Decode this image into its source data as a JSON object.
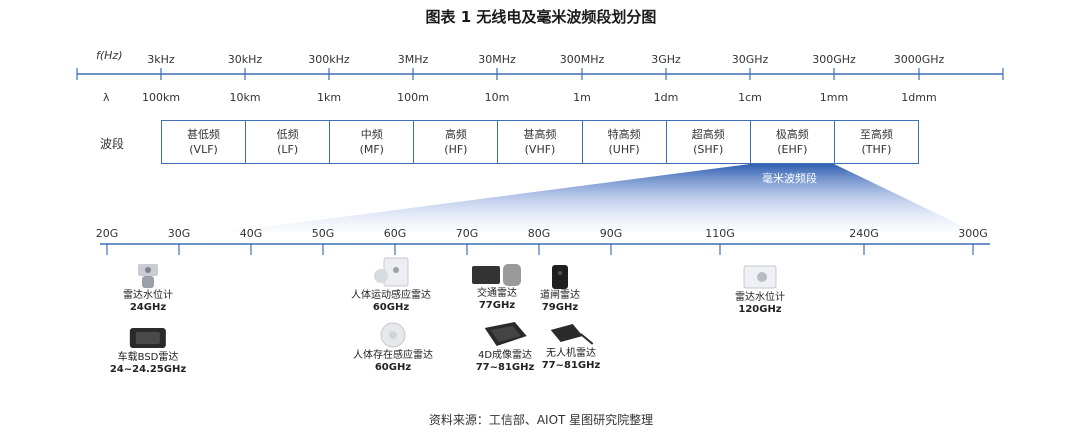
{
  "title": "图表 1  无线电及毫米波频段划分图",
  "top_axis": {
    "freq_label": "f(Hz)",
    "lambda_label": "λ",
    "freq_ticks": [
      "3kHz",
      "30kHz",
      "300kHz",
      "3MHz",
      "30MHz",
      "300MHz",
      "3GHz",
      "30GHz",
      "300GHz",
      "3000GHz"
    ],
    "wave_ticks": [
      "100km",
      "10km",
      "1km",
      "100m",
      "10m",
      "1m",
      "1dm",
      "1cm",
      "1mm",
      "1dmm"
    ]
  },
  "bands": {
    "row_label": "波段",
    "items": [
      {
        "name": "甚低频",
        "abbr": "(VLF)"
      },
      {
        "name": "低频",
        "abbr": "(LF)"
      },
      {
        "name": "中频",
        "abbr": "(MF)"
      },
      {
        "name": "高频",
        "abbr": "(HF)"
      },
      {
        "name": "甚高频",
        "abbr": "(VHF)"
      },
      {
        "name": "特高频",
        "abbr": "(UHF)"
      },
      {
        "name": "超高频",
        "abbr": "(SHF)"
      },
      {
        "name": "极高频",
        "abbr": "(EHF)"
      },
      {
        "name": "至高频",
        "abbr": "(THF)"
      }
    ],
    "mmwave_label": "毫米波频段"
  },
  "mm_axis": {
    "ticks": [
      "20G",
      "30G",
      "40G",
      "50G",
      "60G",
      "70G",
      "80G",
      "90G",
      "110G",
      "240G",
      "300G"
    ]
  },
  "devices": [
    {
      "name": "雷达水位计",
      "freq": "24GHz",
      "icon": "radar-level-meter-icon"
    },
    {
      "name": "车载BSD雷达",
      "freq": "24~24.25GHz",
      "icon": "vehicle-bsd-radar-icon"
    },
    {
      "name": "人体运动感应雷达",
      "freq": "60GHz",
      "icon": "motion-sensor-radar-icon"
    },
    {
      "name": "人体存在感应雷达",
      "freq": "60GHz",
      "icon": "presence-sensor-radar-icon"
    },
    {
      "name": "交通雷达",
      "freq": "77GHz",
      "icon": "traffic-radar-icon"
    },
    {
      "name": "道闸雷达",
      "freq": "79GHz",
      "icon": "barrier-gate-radar-icon"
    },
    {
      "name": "4D成像雷达",
      "freq": "77~81GHz",
      "icon": "imaging-radar-4d-icon"
    },
    {
      "name": "无人机雷达",
      "freq": "77~81GHz",
      "icon": "drone-radar-icon"
    },
    {
      "name": "雷达水位计",
      "freq": "120GHz",
      "icon": "radar-level-meter-icon"
    }
  ],
  "source": "资料来源：工信部、AIOT 星图研究院整理",
  "colors": {
    "axis": "#3f6fb5",
    "band_border": "#3f6fb5",
    "mmwave_fill": "#2f5fb0"
  }
}
